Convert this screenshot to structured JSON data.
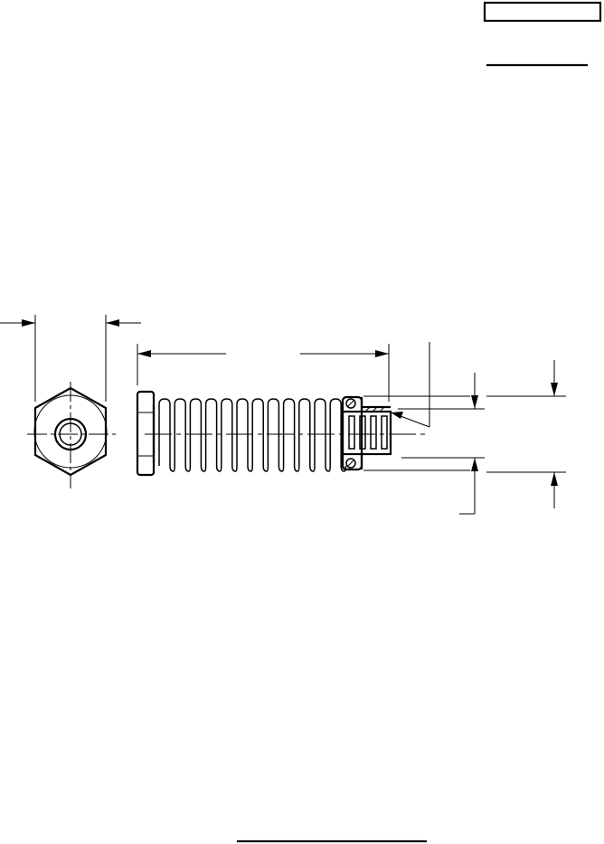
{
  "drawing": {
    "title_box_text": "",
    "header_rule_text": "",
    "footer_rule_text": ""
  },
  "views": [
    {
      "name": "end-view",
      "feature": "hex-head"
    },
    {
      "name": "side-view",
      "feature": "coil-spring"
    }
  ]
}
